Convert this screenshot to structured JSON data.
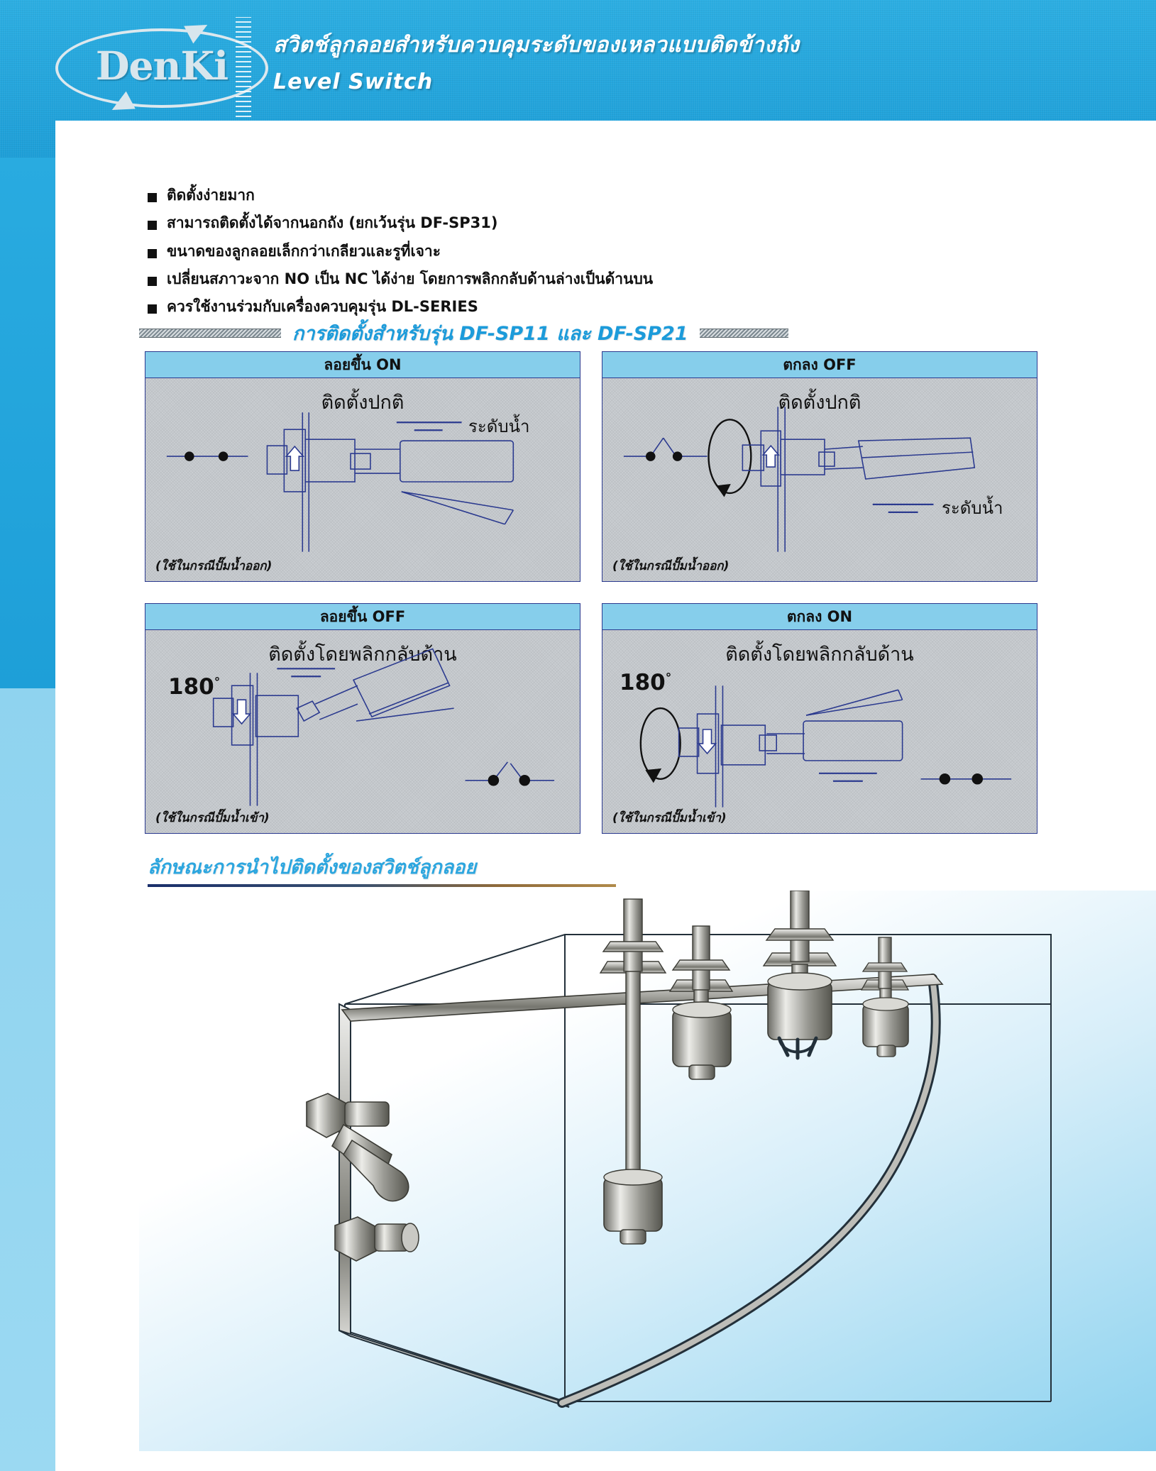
{
  "brand": {
    "name": "DenKi",
    "ruler_icon": "ruler-icon"
  },
  "header": {
    "title_th": "สวิตช์ลูกลอยสำหรับควบคุมระดับของเหลวแบบติดข้างถัง",
    "title_en": "Level Switch"
  },
  "features": {
    "bullets": [
      "ติดตั้งง่ายมาก",
      "สามารถติดตั้งได้จากนอกถัง (ยกเว้นรุ่น DF-SP31)",
      "ขนาดของลูกลอยเล็กกว่าเกลียวและรูที่เจาะ",
      "เปลี่ยนสภาวะจาก NO เป็น NC ได้ง่าย โดยการพลิกกลับด้านล่างเป็นด้านบน",
      "ควรใช้งานร่วมกับเครื่องควบคุมรุ่น DL-SERIES"
    ]
  },
  "section_install": {
    "heading": "การติดตั้งสำหรับรุ่น DF-SP11 และ DF-SP21",
    "panels": [
      {
        "head": "ลอยขึ้น ON",
        "title": "ติดตั้งปกติ",
        "water_label": "ระดับน้ำ",
        "note": "(ใช้ในกรณีปั๊มน้ำออก)",
        "angle": ""
      },
      {
        "head": "ตกลง OFF",
        "title": "ติดตั้งปกติ",
        "water_label": "ระดับน้ำ",
        "note": "(ใช้ในกรณีปั๊มน้ำออก)",
        "angle": ""
      },
      {
        "head": "ลอยขึ้น OFF",
        "title": "ติดตั้งโดยพลิกกลับด้าน",
        "water_label": "",
        "note": "(ใช้ในกรณีปั๊มน้ำเข้า)",
        "angle": "180"
      },
      {
        "head": "ตกลง ON",
        "title": "ติดตั้งโดยพลิกกลับด้าน",
        "water_label": "",
        "note": "(ใช้ในกรณีปั๊มน้ำเข้า)",
        "angle": "180"
      }
    ],
    "degree_symbol": "°"
  },
  "section_application": {
    "heading": "ลักษณะการนำไปติดตั้งของสวิตช์ลูกลอย"
  },
  "colors": {
    "banner_blue": "#26A7DE",
    "rail_light_blue": "#93D5F0",
    "panel_head_blue": "#86CEEB",
    "panel_body_gray": "#C9CDD1",
    "heading_blue": "#1C9BDA",
    "diagram_line": "#2B3A8F"
  }
}
